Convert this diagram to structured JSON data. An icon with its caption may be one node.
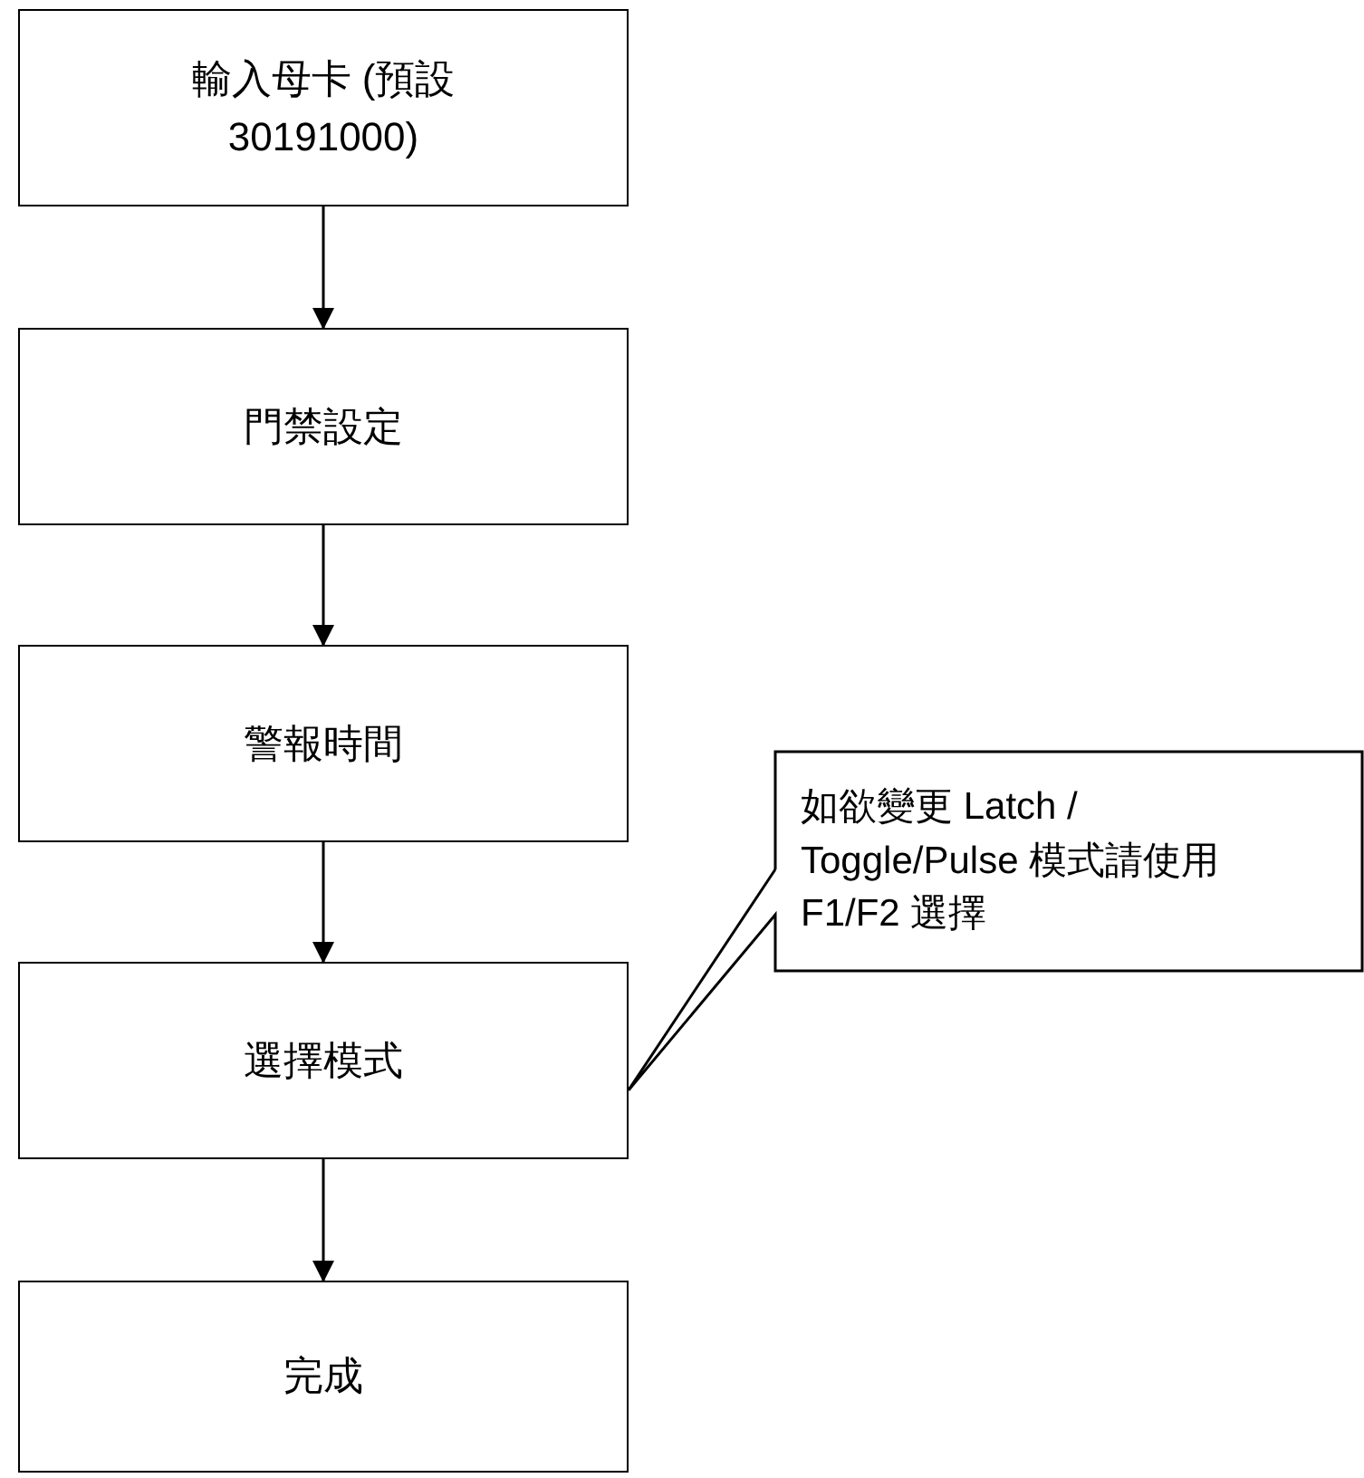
{
  "diagram": {
    "nodes": [
      {
        "text": [
          "輸入母卡 (預設 30191000)"
        ]
      },
      {
        "text": [
          "門禁設定"
        ]
      },
      {
        "text": [
          "警報時間"
        ]
      },
      {
        "text": [
          "選擇模式"
        ]
      },
      {
        "text": [
          "完成"
        ]
      },
      {
        "text": [
          "如欲變更 Latch / Toggle/Pulse 模式請使用 F1/F2 選擇"
        ]
      }
    ],
    "edges": [
      {
        "from": 0,
        "to": 1,
        "arrow": "to"
      },
      {
        "from": 1,
        "to": 2,
        "arrow": "to"
      },
      {
        "from": 2,
        "to": 3,
        "arrow": "to"
      },
      {
        "from": 3,
        "to": 4,
        "arrow": "to"
      },
      {
        "from": 5,
        "to": 3,
        "arrow": "none"
      }
    ]
  }
}
